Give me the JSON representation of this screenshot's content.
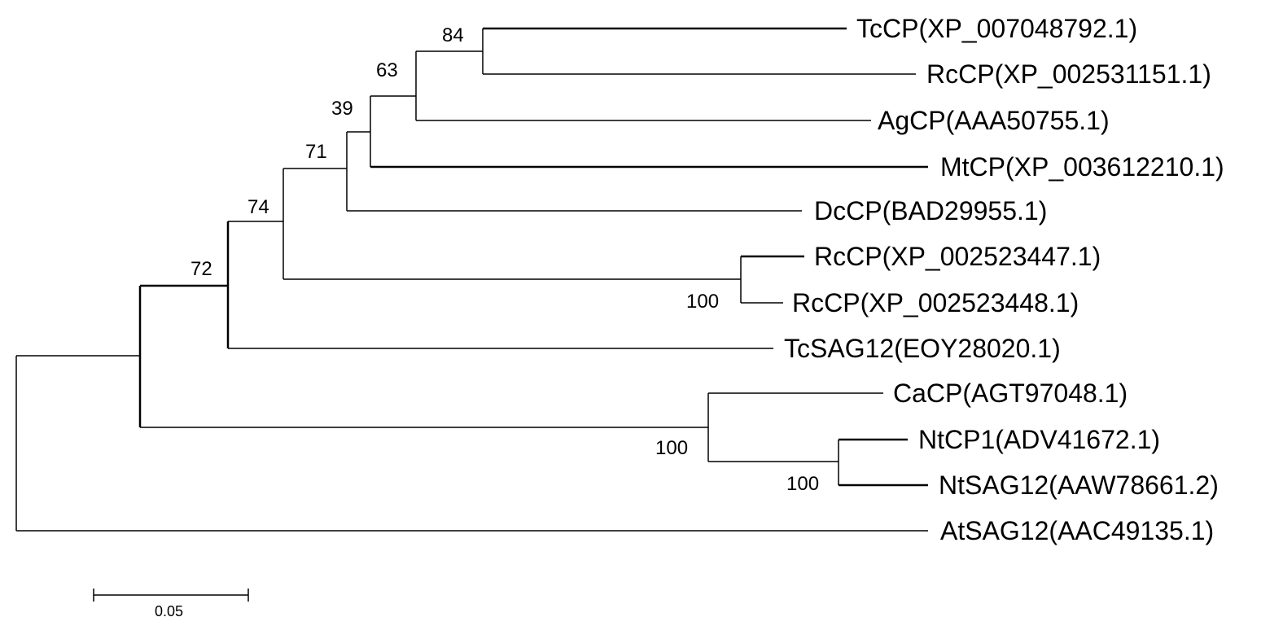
{
  "tree": {
    "leaves": [
      {
        "id": "tccp",
        "label": "TcCP(XP_007048792.1)"
      },
      {
        "id": "rccp1",
        "label": "RcCP(XP_002531151.1)"
      },
      {
        "id": "agcp",
        "label": "AgCP(AAA50755.1)"
      },
      {
        "id": "mtcp",
        "label": "MtCP(XP_003612210.1)"
      },
      {
        "id": "dccp",
        "label": "DcCP(BAD29955.1)"
      },
      {
        "id": "rccp2",
        "label": "RcCP(XP_002523447.1)"
      },
      {
        "id": "rccp3",
        "label": "RcCP(XP_002523448.1)"
      },
      {
        "id": "tcsag12",
        "label": "TcSAG12(EOY28020.1)"
      },
      {
        "id": "cacp",
        "label": "CaCP(AGT97048.1)"
      },
      {
        "id": "ntcp1",
        "label": "NtCP1(ADV41672.1)"
      },
      {
        "id": "ntsag12",
        "label": "NtSAG12(AAW78661.2)"
      },
      {
        "id": "atsag12",
        "label": "AtSAG12(AAC49135.1)"
      }
    ],
    "support_values": {
      "n84": "84",
      "n63": "63",
      "n39": "39",
      "n71": "71",
      "n74": "74",
      "n72": "72",
      "n100a": "100",
      "n100b": "100",
      "n100c": "100"
    },
    "scale_bar": {
      "value": 0.05,
      "label": "0.05"
    }
  }
}
